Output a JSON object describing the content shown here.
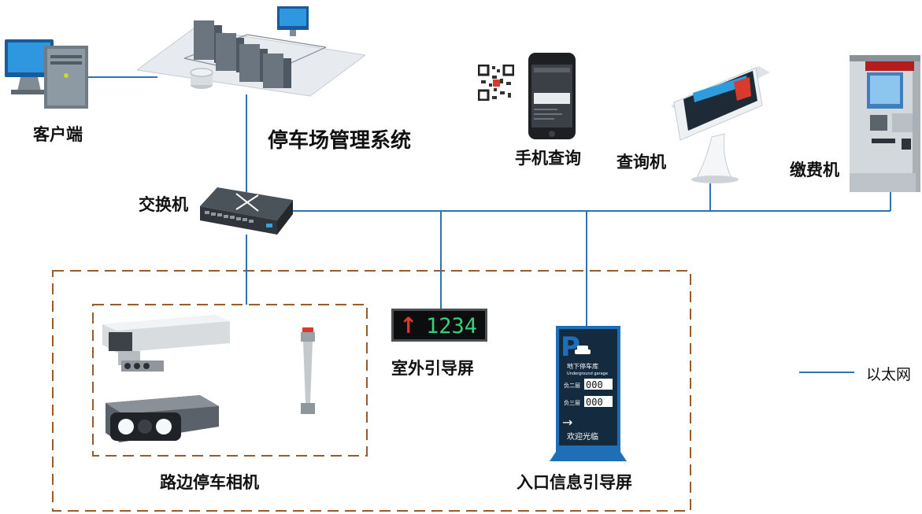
{
  "labels": {
    "client": "客户端",
    "management_system": "停车场管理系统",
    "mobile_query": "手机查询",
    "query_kiosk": "查询机",
    "payment_kiosk": "缴费机",
    "switch": "交换机",
    "outdoor_screen": "室外引导屏",
    "roadside_camera": "路边停车相机",
    "entrance_screen": "入口信息引导屏"
  },
  "legend": {
    "ethernet": "以太网"
  },
  "outdoor_screen_display": {
    "arrow": "↑",
    "number": "1234"
  },
  "entrance_sign": {
    "p_letter": "P",
    "garage_cn": "地下停车库",
    "garage_en": "Underground garage",
    "level_b2": "负二层",
    "level_b2_count": "000",
    "level_b3": "负三层",
    "level_b3_count": "000",
    "arrow": "→",
    "welcome": "欢迎光临"
  },
  "kiosk_screen": {
    "title": "停车 找车"
  },
  "colors": {
    "ethernet_line": "#2e74b5",
    "dashed_border": "#9a5a2a",
    "sign_blue": "#1f6fb6",
    "led_green": "#35d07a",
    "led_red": "#d93a2b"
  }
}
